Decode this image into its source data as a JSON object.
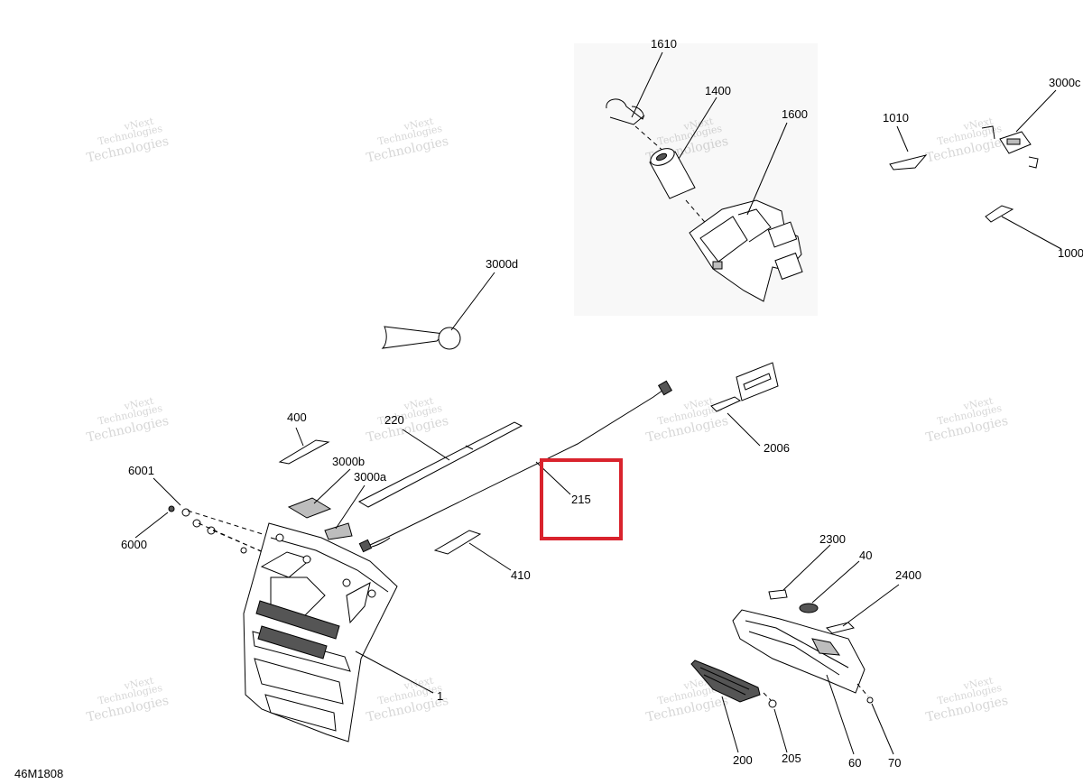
{
  "diagram_id": "46M1808",
  "watermark": {
    "line1": "vNext",
    "line2": "Technologies"
  },
  "highlight_color": "#d9232d",
  "callouts": {
    "c1610": "1610",
    "c1400": "1400",
    "c1600": "1600",
    "c3000c": "3000c",
    "c1010": "1010",
    "c1000": "1000",
    "c3000d": "3000d",
    "c220": "220",
    "c400": "400",
    "c3000b": "3000b",
    "c3000a": "3000a",
    "c6001": "6001",
    "c6000": "6000",
    "c2006": "2006",
    "c215": "215",
    "c410": "410",
    "c2300": "2300",
    "c40": "40",
    "c2400": "2400",
    "c200": "200",
    "c205": "205",
    "c60": "60",
    "c70": "70",
    "c1": "1"
  }
}
